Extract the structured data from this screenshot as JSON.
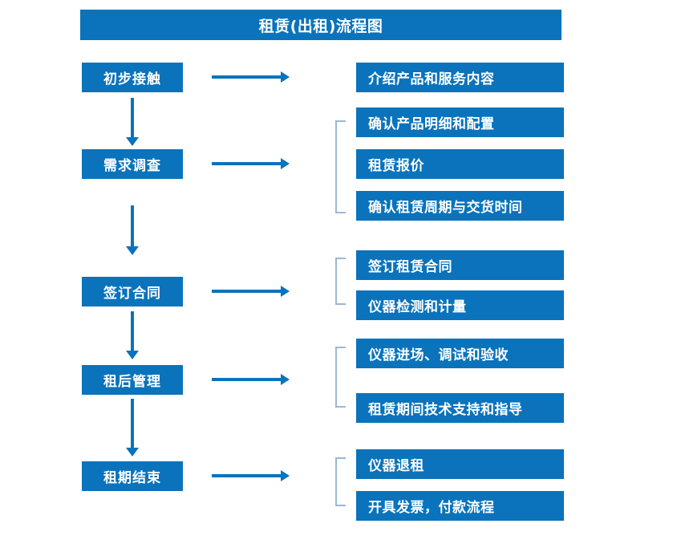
{
  "title": {
    "text": "租赁(出租)流程图"
  },
  "colors": {
    "box_blue": "#0a73bb",
    "arrow_blue": "#0a73bb",
    "bracket_gray": "#9ab8d6",
    "box_text": "#ffffff",
    "background": "#ffffff"
  },
  "flow": {
    "stages": [
      {
        "label": "初步接触"
      },
      {
        "label": "需求调查"
      },
      {
        "label": "签订合同"
      },
      {
        "label": "租后管理"
      },
      {
        "label": "租期结束"
      }
    ],
    "details": [
      {
        "stage": "初步接触",
        "items": [
          "介绍产品和服务内容"
        ],
        "bracket": false
      },
      {
        "stage": "需求调查",
        "items": [
          "确认产品明细和配置",
          "租赁报价",
          "确认租赁周期与交货时间"
        ],
        "bracket": true
      },
      {
        "stage": "签订合同",
        "items": [
          "签订租赁合同",
          "仪器检测和计量"
        ],
        "bracket": true
      },
      {
        "stage": "租后管理",
        "items": [
          "仪器进场、调试和验收",
          "租赁期间技术支持和指导"
        ],
        "bracket": true
      },
      {
        "stage": "租期结束",
        "items": [
          "仪器退租",
          "开具发票，付款流程"
        ],
        "bracket": true
      }
    ],
    "connectors": {
      "horizontal_count": 5,
      "vertical_count": 4,
      "direction": "down-and-right"
    }
  }
}
